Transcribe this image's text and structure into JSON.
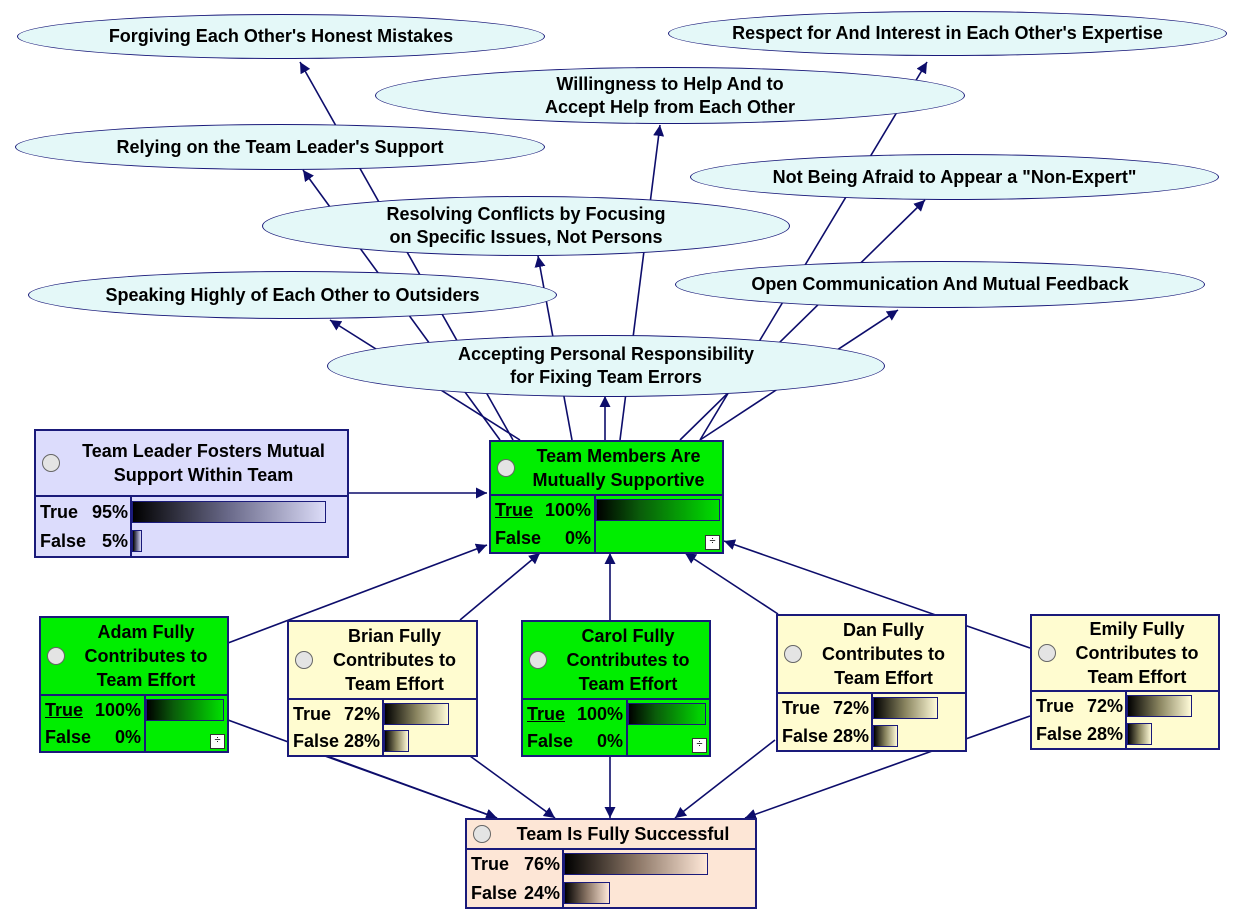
{
  "ovals": {
    "forgiving": {
      "lines": [
        "Forgiving Each Other's Honest Mistakes"
      ]
    },
    "respect": {
      "lines": [
        "Respect for And Interest in Each Other's Expertise"
      ]
    },
    "willingness": {
      "lines": [
        "Willingness to Help And to",
        "Accept Help from Each Other"
      ]
    },
    "relying": {
      "lines": [
        "Relying on the Team Leader's Support"
      ]
    },
    "not_afraid": {
      "lines": [
        "Not Being Afraid to Appear a \"Non-Expert\""
      ]
    },
    "resolving": {
      "lines": [
        "Resolving Conflicts by Focusing",
        "on Specific Issues, Not Persons"
      ]
    },
    "speaking": {
      "lines": [
        "Speaking Highly of Each Other to Outsiders"
      ]
    },
    "open_comm": {
      "lines": [
        "Open Communication And Mutual Feedback"
      ]
    },
    "accepting": {
      "lines": [
        "Accepting Personal Responsibility",
        "for Fixing Team Errors"
      ]
    }
  },
  "nodes": {
    "leader": {
      "title": [
        "Team Leader Fosters Mutual",
        "Support Within Team"
      ],
      "true_label": "True",
      "true_pct": "95%",
      "true_value": 95,
      "false_label": "False",
      "false_pct": "5%",
      "false_value": 5,
      "color": "#dcdcfc"
    },
    "mutual": {
      "title": [
        "Team Members Are",
        "Mutually Supportive"
      ],
      "true_label": "True",
      "true_pct": "100%",
      "true_value": 100,
      "false_label": "False",
      "false_pct": "0%",
      "false_value": 0,
      "color": "#00ee00"
    },
    "adam": {
      "title": [
        "Adam Fully",
        "Contributes to",
        "Team Effort"
      ],
      "true_label": "True",
      "true_pct": "100%",
      "true_value": 100,
      "false_label": "False",
      "false_pct": "0%",
      "false_value": 0,
      "color": "#00ee00"
    },
    "brian": {
      "title": [
        "Brian Fully",
        "Contributes to",
        "Team Effort"
      ],
      "true_label": "True",
      "true_pct": "72%",
      "true_value": 72,
      "false_label": "False",
      "false_pct": "28%",
      "false_value": 28,
      "color": "#fffcd0"
    },
    "carol": {
      "title": [
        "Carol Fully",
        "Contributes to",
        "Team Effort"
      ],
      "true_label": "True",
      "true_pct": "100%",
      "true_value": 100,
      "false_label": "False",
      "false_pct": "0%",
      "false_value": 0,
      "color": "#00ee00"
    },
    "dan": {
      "title": [
        "Dan Fully",
        "Contributes to",
        "Team Effort"
      ],
      "true_label": "True",
      "true_pct": "72%",
      "true_value": 72,
      "false_label": "False",
      "false_pct": "28%",
      "false_value": 28,
      "color": "#fffcd0"
    },
    "emily": {
      "title": [
        "Emily Fully",
        "Contributes to",
        "Team Effort"
      ],
      "true_label": "True",
      "true_pct": "72%",
      "true_value": 72,
      "false_label": "False",
      "false_pct": "28%",
      "false_value": 28,
      "color": "#fffcd0"
    },
    "success": {
      "title": [
        "Team Is Fully Successful"
      ],
      "true_label": "True",
      "true_pct": "76%",
      "true_value": 76,
      "false_label": "False",
      "false_pct": "24%",
      "false_value": 24,
      "color": "#fde6d6"
    }
  },
  "icons": {
    "minimize": "minimize-icon",
    "state_radio": "radio-icon"
  },
  "colors": {
    "edge": "#0d0d6b",
    "oval_fill": "#e4f8f8",
    "border": "#1a1a7a"
  }
}
